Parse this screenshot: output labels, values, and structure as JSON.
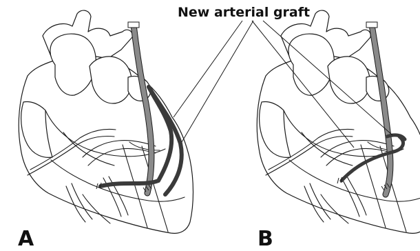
{
  "title": "New arterial graft",
  "panels": [
    {
      "label": "A"
    },
    {
      "label": "B"
    }
  ],
  "colors": {
    "existing_graft": "#8a8a8a",
    "new_graft": "#3a3a3a",
    "outline": "#1a1a1a",
    "background": "#ffffff"
  }
}
